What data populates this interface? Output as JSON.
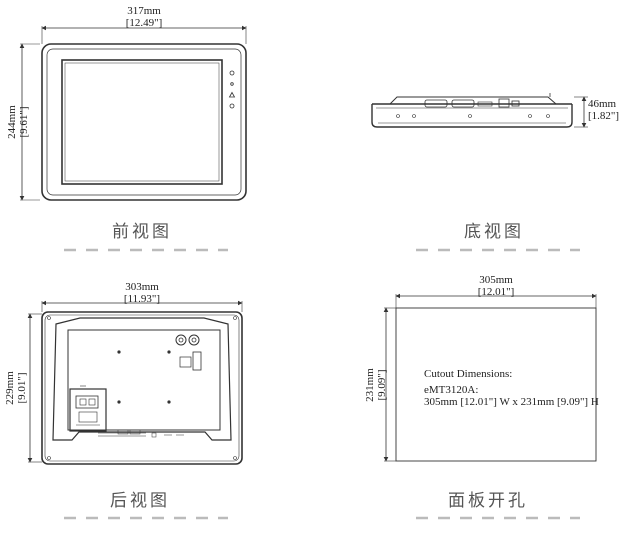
{
  "views": {
    "front": {
      "caption": "前视图",
      "width_label": "317mm",
      "width_label_in": "[12.49\"]",
      "height_label": "244mm",
      "height_label_in": "[9.61\"]"
    },
    "bottom": {
      "caption": "底视图",
      "depth_label": "46mm",
      "depth_label_in": "[1.82\"]"
    },
    "rear": {
      "caption": "后视图",
      "width_label": "303mm",
      "width_label_in": "[11.93\"]",
      "height_label": "229mm",
      "height_label_in": "[9.01\"]"
    },
    "cutout": {
      "caption": "面板开孔",
      "width_label": "305mm",
      "width_label_in": "[12.01\"]",
      "height_label": "231mm",
      "height_label_in": "[9.09\"]",
      "title": "Cutout  Dimensions:",
      "model": "eMT3120A:",
      "size_line": "305mm [12.01\"] W x 231mm [9.09\"] H"
    }
  },
  "colors": {
    "line": "#333333",
    "caption_dash": "#bbbbbb",
    "screen_fill": "#ffffff"
  }
}
